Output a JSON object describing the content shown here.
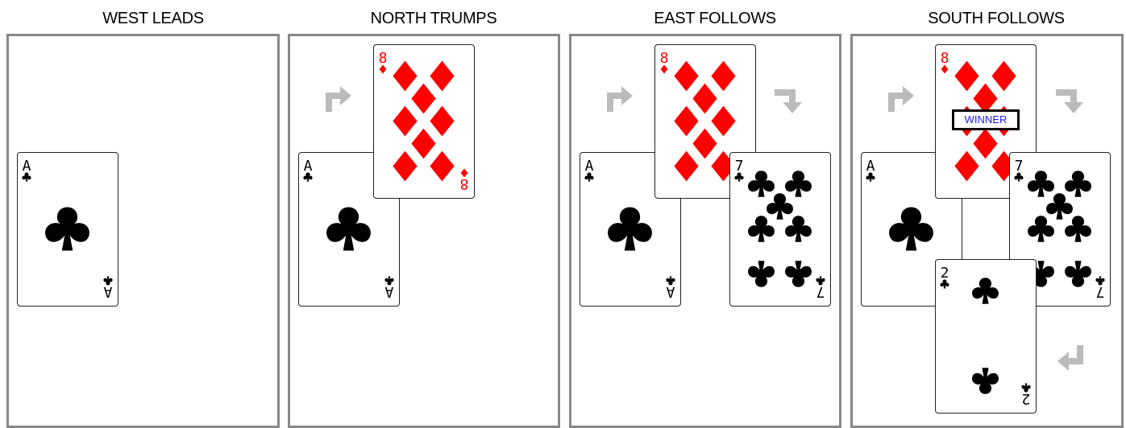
{
  "steps": [
    {
      "title": "WEST LEADS"
    },
    {
      "title": "NORTH TRUMPS"
    },
    {
      "title": "EAST FOLLOWS"
    },
    {
      "title": "SOUTH FOLLOWS"
    }
  ],
  "cards": {
    "west": {
      "rank": "A",
      "suit": "clubs",
      "color": "#000000"
    },
    "north": {
      "rank": "8",
      "suit": "diamonds",
      "color": "#ff0000"
    },
    "east": {
      "rank": "7",
      "suit": "clubs",
      "color": "#000000"
    },
    "south": {
      "rank": "2",
      "suit": "clubs",
      "color": "#000000"
    }
  },
  "winner_label": "WINNER",
  "colors": {
    "panel_border": "#888888",
    "arrow": "#bbbbbb",
    "winner_text": "#1a1aff"
  },
  "icons": {
    "clubs": "club-icon",
    "diamonds": "diamond-icon",
    "arrow": "turn-arrow-icon"
  }
}
